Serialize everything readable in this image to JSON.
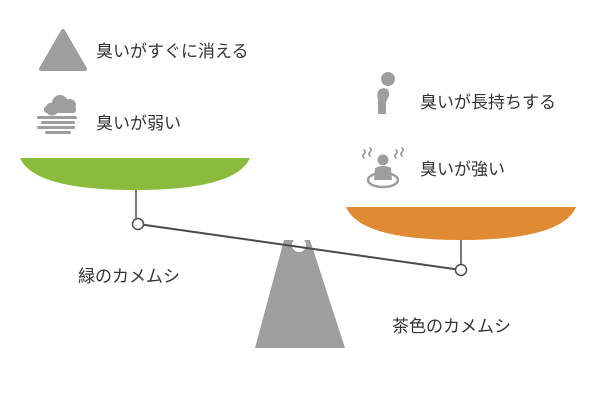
{
  "colors": {
    "green_pan": "#8bbb3c",
    "orange_pan": "#e08a34",
    "gray": "#9e9e9e",
    "beam": "#4a4a4a",
    "text": "#333333"
  },
  "left_side": {
    "items": [
      {
        "icon": "triangle-icon",
        "text": "臭いがすぐに消える"
      },
      {
        "icon": "fog-cloud-icon",
        "text": "臭いが弱い"
      }
    ],
    "pan_label": "緑のカメムシ"
  },
  "right_side": {
    "items": [
      {
        "icon": "hunched-person-icon",
        "text": "臭いが長持ちする"
      },
      {
        "icon": "stench-person-icon",
        "text": "臭いが強い"
      }
    ],
    "pan_label": "茶色のカメムシ"
  }
}
